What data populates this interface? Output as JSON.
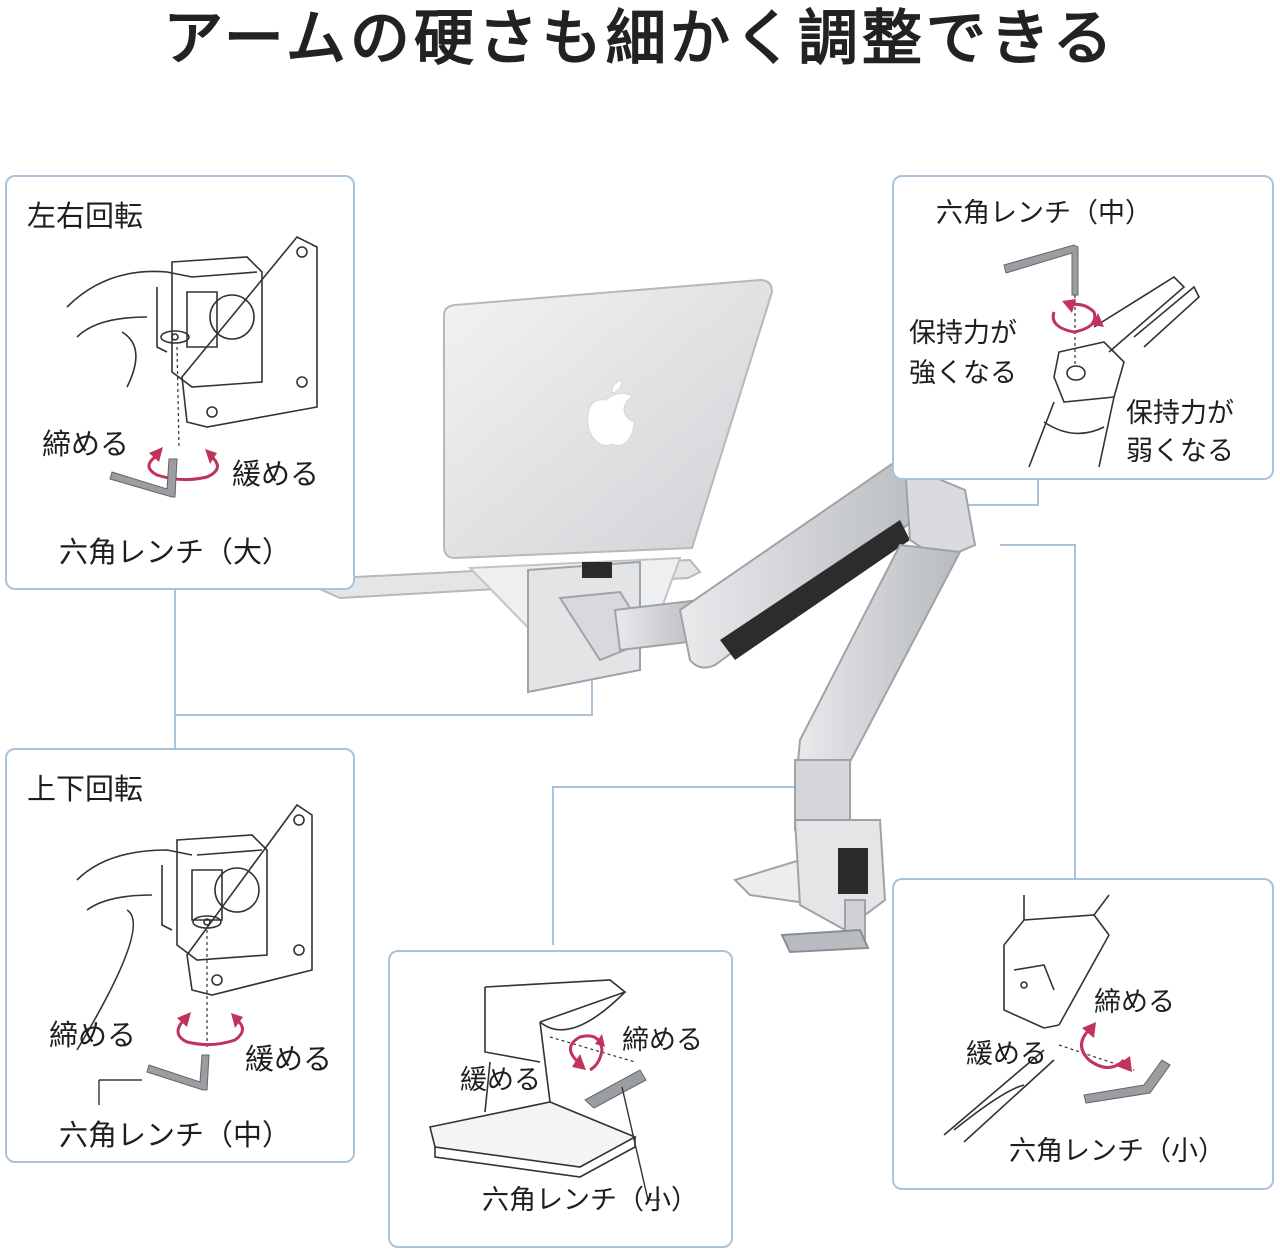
{
  "title": "アームの硬さも細かく調整できる",
  "panels": {
    "top_left": {
      "heading": "左右回転",
      "tighten": "締める",
      "loosen": "緩める",
      "wrench": "六角レンチ（大）"
    },
    "bottom_left": {
      "heading": "上下回転",
      "tighten": "締める",
      "loosen": "緩める",
      "wrench": "六角レンチ（中）"
    },
    "top_right": {
      "wrench": "六角レンチ（中）",
      "stronger_1": "保持力が",
      "stronger_2": "強くなる",
      "weaker_1": "保持力が",
      "weaker_2": "弱くなる"
    },
    "bottom_center": {
      "tighten": "締める",
      "loosen": "緩める",
      "wrench": "六角レンチ（小）"
    },
    "bottom_right": {
      "tighten": "締める",
      "loosen": "緩める",
      "wrench": "六角レンチ（小）"
    }
  },
  "colors": {
    "panel_border": "#a9c3da",
    "arrow": "#c0335a",
    "line": "#444444"
  }
}
